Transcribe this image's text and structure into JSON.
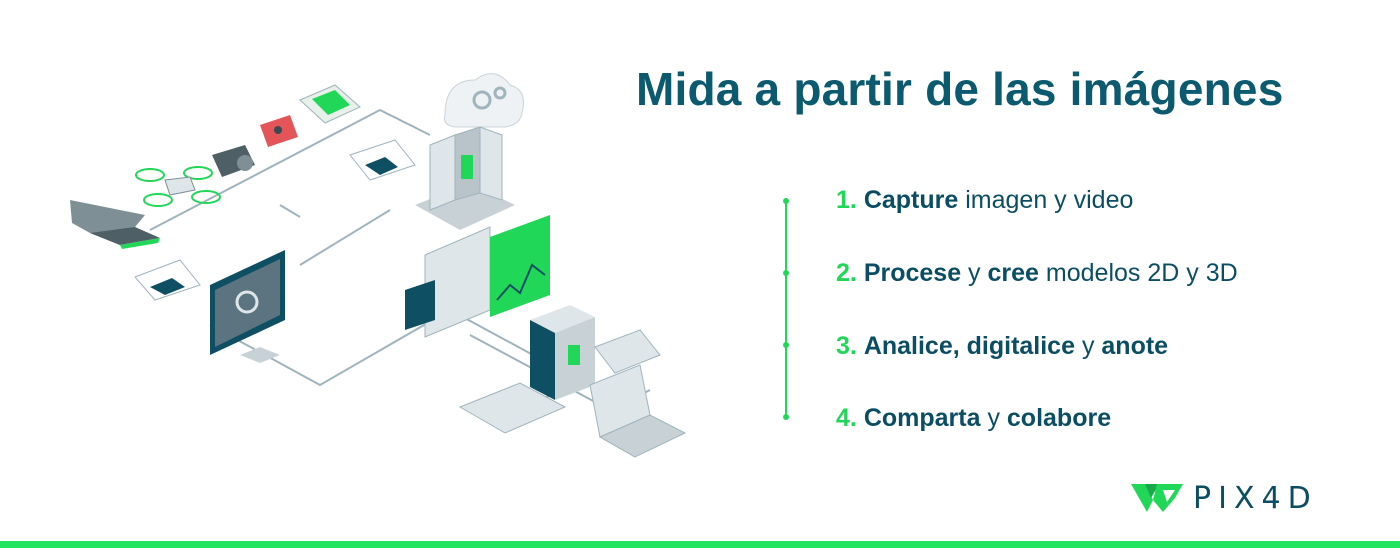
{
  "title": "Mida a partir de las imágenes",
  "steps": [
    {
      "num": "1.",
      "parts": [
        {
          "t": "Capture",
          "bold": true
        },
        {
          "t": " imagen y video",
          "bold": false
        }
      ]
    },
    {
      "num": "2.",
      "parts": [
        {
          "t": "Procese",
          "bold": true
        },
        {
          "t": " y ",
          "bold": false
        },
        {
          "t": "cree",
          "bold": true
        },
        {
          "t": " modelos 2D y 3D",
          "bold": false
        }
      ]
    },
    {
      "num": "3.",
      "parts": [
        {
          "t": "Analice, digitalice",
          "bold": true
        },
        {
          "t": " y ",
          "bold": false
        },
        {
          "t": "anote",
          "bold": true
        }
      ]
    },
    {
      "num": "4.",
      "parts": [
        {
          "t": "Comparta",
          "bold": true
        },
        {
          "t": " y ",
          "bold": false
        },
        {
          "t": "colabore",
          "bold": true
        }
      ]
    }
  ],
  "logo": {
    "text": "PIX4D",
    "icon": "pix4d-logo-icon"
  },
  "colors": {
    "title": "#0b5a6f",
    "text": "#0b4e63",
    "accent_green": "#21d758",
    "bar_green": "#21e55f"
  },
  "illustration": {
    "icons": [
      "fixed-wing-drone-icon",
      "quadcopter-drone-icon",
      "camera-icon",
      "red-sensor-icon",
      "green-sensor-board-icon",
      "cloud-gears-icon",
      "server-rack-icon",
      "desktop-monitor-icon",
      "photo-card-icon",
      "chart-panel-icon",
      "tablet-icon",
      "laptop-icon",
      "tower-server-icon"
    ]
  }
}
